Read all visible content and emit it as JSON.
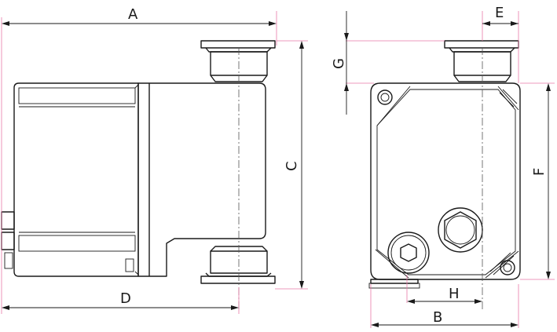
{
  "diagram": {
    "dimension_labels": {
      "A": "A",
      "B": "B",
      "C": "C",
      "D": "D",
      "E": "E",
      "F": "F",
      "G": "G",
      "H": "H"
    }
  }
}
